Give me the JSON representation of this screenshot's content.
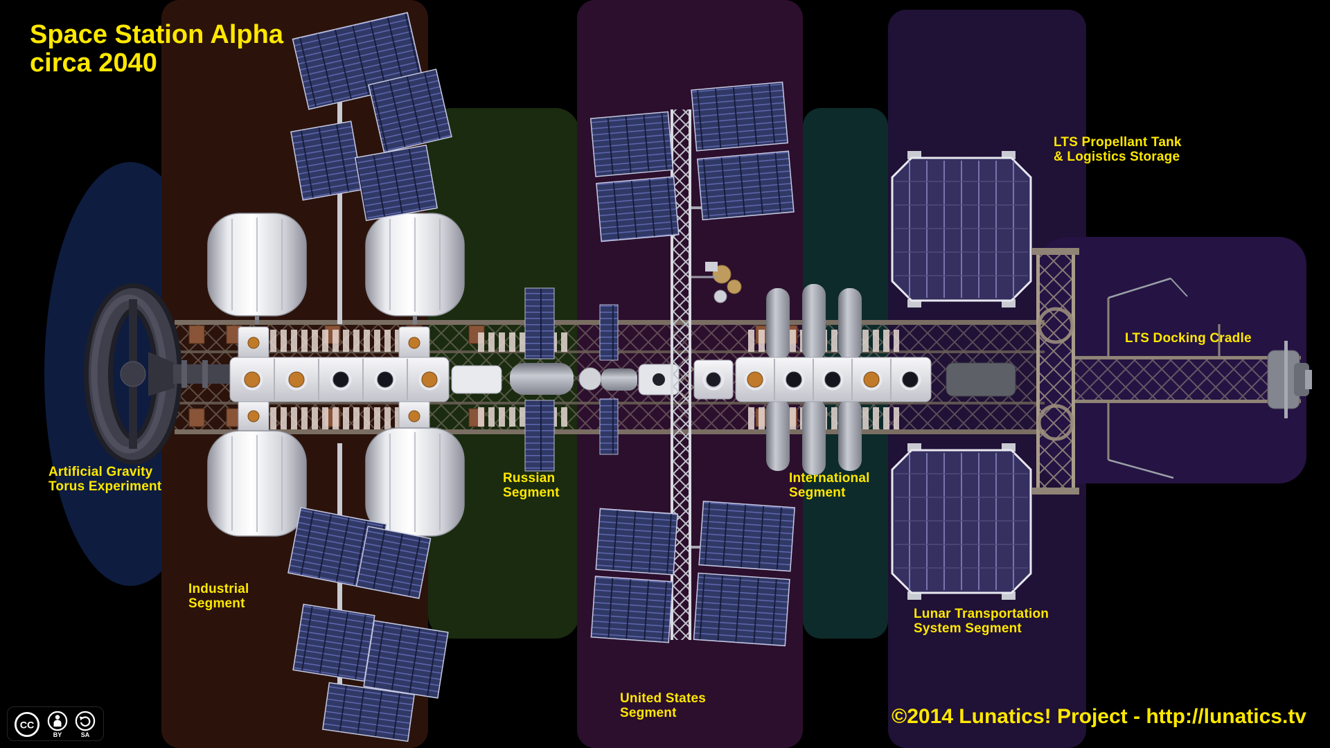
{
  "title": {
    "line1": "Space Station Alpha",
    "line2": "circa 2040"
  },
  "labels": {
    "torus": {
      "line1": "Artificial Gravity",
      "line2": "Torus Experiment"
    },
    "industrial": {
      "line1": "Industrial",
      "line2": "Segment"
    },
    "russian": {
      "line1": "Russian",
      "line2": "Segment"
    },
    "united_states": {
      "line1": "United States",
      "line2": "Segment"
    },
    "international": {
      "line1": "International",
      "line2": "Segment"
    },
    "lts_tank": {
      "line1": "LTS Propellant Tank",
      "line2": "& Logistics Storage"
    },
    "lts_cradle": {
      "line1": "LTS Docking Cradle"
    },
    "lunar": {
      "line1": "Lunar Transportation",
      "line2": "System Segment"
    }
  },
  "footer": {
    "copyright": "©2014 Lunatics! Project - http://lunatics.tv"
  },
  "license": {
    "cc": "CC",
    "by": "BY",
    "sa": "SA",
    "icons": [
      "cc-icon",
      "attribution-icon",
      "share-alike-icon"
    ]
  },
  "colors": {
    "label": "#ffe800",
    "background": "#000000",
    "region_torus": "#0e1c40",
    "region_industrial": "#2b130c",
    "region_russian": "#1a2b10",
    "region_united_states": "#2c0f2d",
    "region_international": "#0d2b2a",
    "region_lts": "#201136",
    "region_cradle": "#251343"
  }
}
